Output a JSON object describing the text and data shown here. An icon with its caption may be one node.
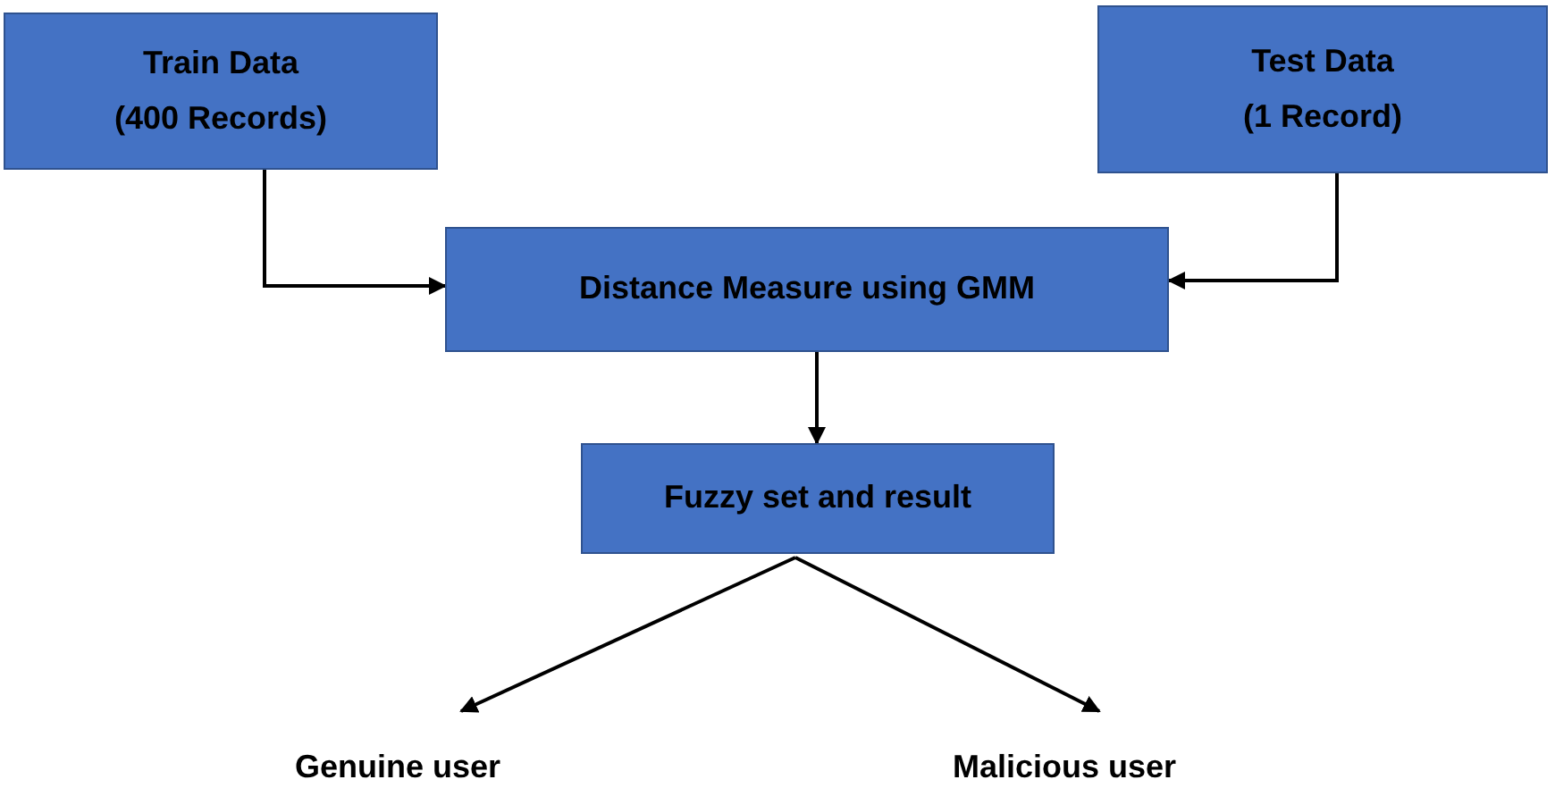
{
  "diagram": {
    "nodes": [
      {
        "text": [
          "Train Data",
          "(400 Records)"
        ]
      },
      {
        "text": [
          "Test Data",
          "(1 Record)"
        ]
      },
      {
        "text": [
          "Distance Measure using GMM"
        ]
      },
      {
        "text": [
          "Fuzzy set and result"
        ]
      },
      {
        "text": [
          "Genuine user"
        ]
      },
      {
        "text": [
          "Malicious user"
        ]
      }
    ],
    "edges": [
      {
        "from": 0,
        "to": 2,
        "arrow": "to"
      },
      {
        "from": 1,
        "to": 2,
        "arrow": "to"
      },
      {
        "from": 2,
        "to": 3,
        "arrow": "to"
      },
      {
        "from": 3,
        "to": 4,
        "arrow": "to"
      },
      {
        "from": 3,
        "to": 5,
        "arrow": "to"
      }
    ]
  }
}
